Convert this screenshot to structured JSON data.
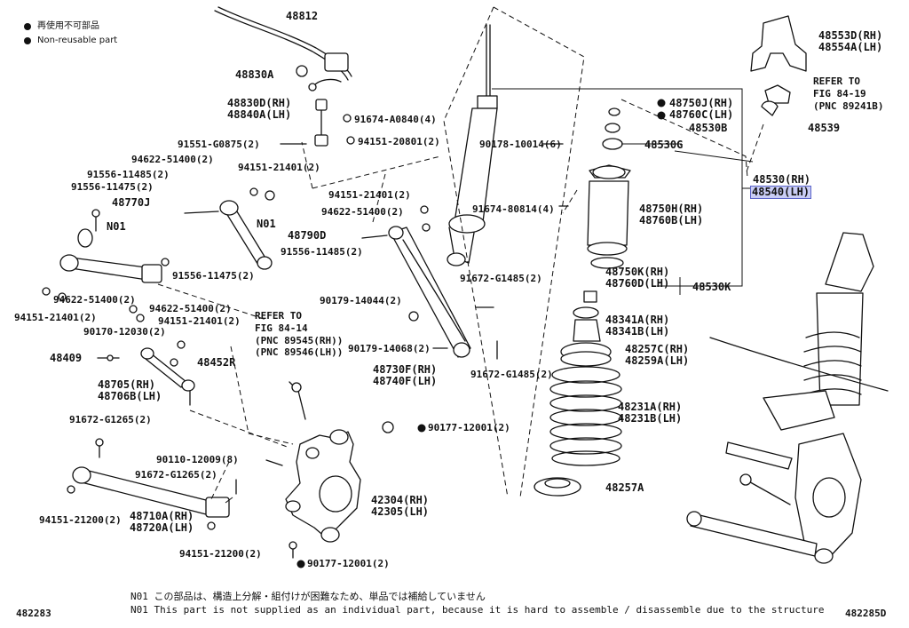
{
  "legend": {
    "jp": "再使用不可部品",
    "en": "Non-reusable part"
  },
  "labels": {
    "l48812": "48812",
    "l48830A": "48830A",
    "l48830D": "48830D(RH)",
    "l48840A": "48840A(LH)",
    "l91674a": "91674-A0840(4)",
    "l91551": "91551-G0875(2)",
    "l94151_20801": "94151-20801(2)",
    "l94622_top": "94622-51400(2)",
    "l94151_21401_top": "94151-21401(2)",
    "l91556_11485a": "91556-11485(2)",
    "l91556_11475a": "91556-11475(2)",
    "l48770J": "48770J",
    "lN01a": "N01",
    "lN01b": "N01",
    "l48790D": "48790D",
    "l91556_11475b": "91556-11475(2)",
    "l94622_left": "94622-51400(2)",
    "l94151_21401_left": "94151-21401(2)",
    "l94622_mid": "94622-51400(2)",
    "l94151_21401_mid": "94151-21401(2)",
    "l90170": "90170-12030(2)",
    "l48409": "48409",
    "l48452R": "48452R",
    "l48705": "48705(RH)",
    "l48706B": "48706B(LH)",
    "l91672_g1265a": "91672-G1265(2)",
    "l90110": "90110-12009(8)",
    "l91672_g1265b": "91672-G1265(2)",
    "l94151_21200a": "94151-21200(2)",
    "l48710A": "48710A(RH)",
    "l48720A": "48720A(LH)",
    "l94151_21200b": "94151-21200(2)",
    "ref1a": "REFER TO",
    "ref1b": "FIG 84-14",
    "ref1c": "(PNC 89545(RH))",
    "ref1d": "(PNC 89546(LH))",
    "l94151_21401_c": "94151-21401(2)",
    "l94622_c": "94622-51400(2)",
    "l91556_11485c": "91556-11485(2)",
    "l90179_14044": "90179-14044(2)",
    "l90179_14068": "90179-14068(2)",
    "l48730F": "48730F(RH)",
    "l48740F": "48740F(LH)",
    "l91674_80814": "91674-80814(4)",
    "l91672_g1485a": "91672-G1485(2)",
    "l91672_g1485b": "91672-G1485(2)",
    "l90178": "90178-10014(6)",
    "l90177a": "90177-12001(2)",
    "l42304": "42304(RH)",
    "l42305": "42305(LH)",
    "l90177b": "90177-12001(2)",
    "l48750J": "48750J(RH)",
    "l48760C": "48760C(LH)",
    "l48530B": "48530B",
    "l48530G": "48530G",
    "l48750H": "48750H(RH)",
    "l48760B": "48760B(LH)",
    "l48750K": "48750K(RH)",
    "l48760D": "48760D(LH)",
    "l48530K": "48530K",
    "l48341A": "48341A(RH)",
    "l48341B": "48341B(LH)",
    "l48257C": "48257C(RH)",
    "l48259A": "48259A(LH)",
    "l48231A": "48231A(RH)",
    "l48231B": "48231B(LH)",
    "l48257A": "48257A",
    "l48553D": "48553D(RH)",
    "l48554A": "48554A(LH)",
    "ref2a": "REFER TO",
    "ref2b": "FIG 84-19",
    "ref2c": "(PNC 89241B)",
    "l48539": "48539",
    "l48530RH": "48530(RH)",
    "l48540LH": "48540(LH)"
  },
  "notes": {
    "jp": "N01 この部品は、構造上分解・組付けが困難なため、単品では補給していません",
    "en": "N01 This part is not supplied as an individual part, because it is hard to assemble / disassemble due to the structure"
  },
  "codes": {
    "left": "482283",
    "right": "482285D"
  }
}
